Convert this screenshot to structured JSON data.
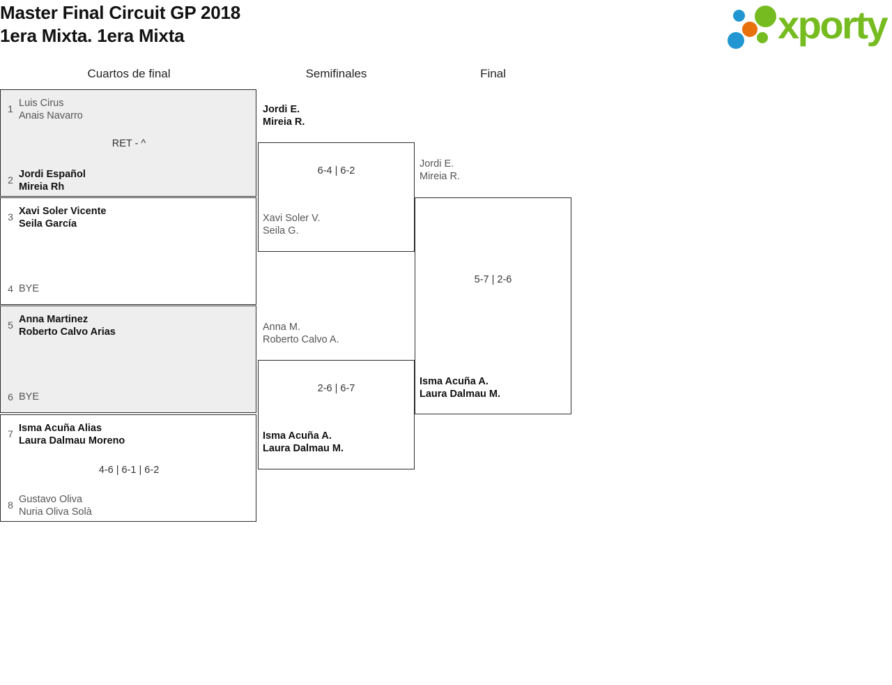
{
  "header": {
    "title_line1": "Master Final Circuit GP 2018",
    "title_line2": "1era Mixta. 1era Mixta",
    "logo_text": "xporty",
    "logo_colors": {
      "green": "#76bc21",
      "blue": "#2196d3",
      "orange": "#e8700a"
    }
  },
  "rounds": [
    {
      "key": "quarterfinals",
      "label": "Cuartos de final"
    },
    {
      "key": "semifinals",
      "label": "Semifinales"
    },
    {
      "key": "final",
      "label": "Final"
    }
  ],
  "bracket": {
    "quarterfinals": [
      {
        "shaded": true,
        "score": "RET - ^",
        "top": {
          "seed": "1",
          "line1": "Luis Cirus",
          "line2": "Anais Navarro",
          "winner": false
        },
        "bottom": {
          "seed": "2",
          "line1": "Jordi Español",
          "line2": "Mireia Rh",
          "winner": true
        }
      },
      {
        "shaded": false,
        "score": "",
        "top": {
          "seed": "3",
          "line1": "Xavi Soler Vicente",
          "line2": "Seila García",
          "winner": true
        },
        "bottom": {
          "seed": "4",
          "line1": "BYE",
          "line2": "",
          "winner": false
        }
      },
      {
        "shaded": true,
        "score": "",
        "top": {
          "seed": "5",
          "line1": "Anna Martinez",
          "line2": "Roberto Calvo Arias",
          "winner": true
        },
        "bottom": {
          "seed": "6",
          "line1": "BYE",
          "line2": "",
          "winner": false
        }
      },
      {
        "shaded": false,
        "score": "4-6 | 6-1 | 6-2",
        "top": {
          "seed": "7",
          "line1": "Isma Acuña Alias",
          "line2": "Laura Dalmau Moreno",
          "winner": true
        },
        "bottom": {
          "seed": "8",
          "line1": "Gustavo Oliva",
          "line2": "Nuria Oliva Solà",
          "winner": false
        }
      }
    ],
    "semifinals": [
      {
        "score": "6-4 | 6-2",
        "top": {
          "line1": "Jordi E.",
          "line2": "Mireia R.",
          "winner": true
        },
        "bottom": {
          "line1": "Xavi Soler V.",
          "line2": "Seila G.",
          "winner": false
        }
      },
      {
        "score": "2-6 | 6-7",
        "top": {
          "line1": "Anna M.",
          "line2": "Roberto Calvo A.",
          "winner": false
        },
        "bottom": {
          "line1": "Isma Acuña A.",
          "line2": "Laura Dalmau M.",
          "winner": true
        }
      }
    ],
    "final": [
      {
        "score": "5-7 | 2-6",
        "top": {
          "line1": "Jordi E.",
          "line2": "Mireia R.",
          "winner": false
        },
        "bottom": {
          "line1": "Isma Acuña A.",
          "line2": "Laura Dalmau M.",
          "winner": true
        }
      }
    ]
  }
}
